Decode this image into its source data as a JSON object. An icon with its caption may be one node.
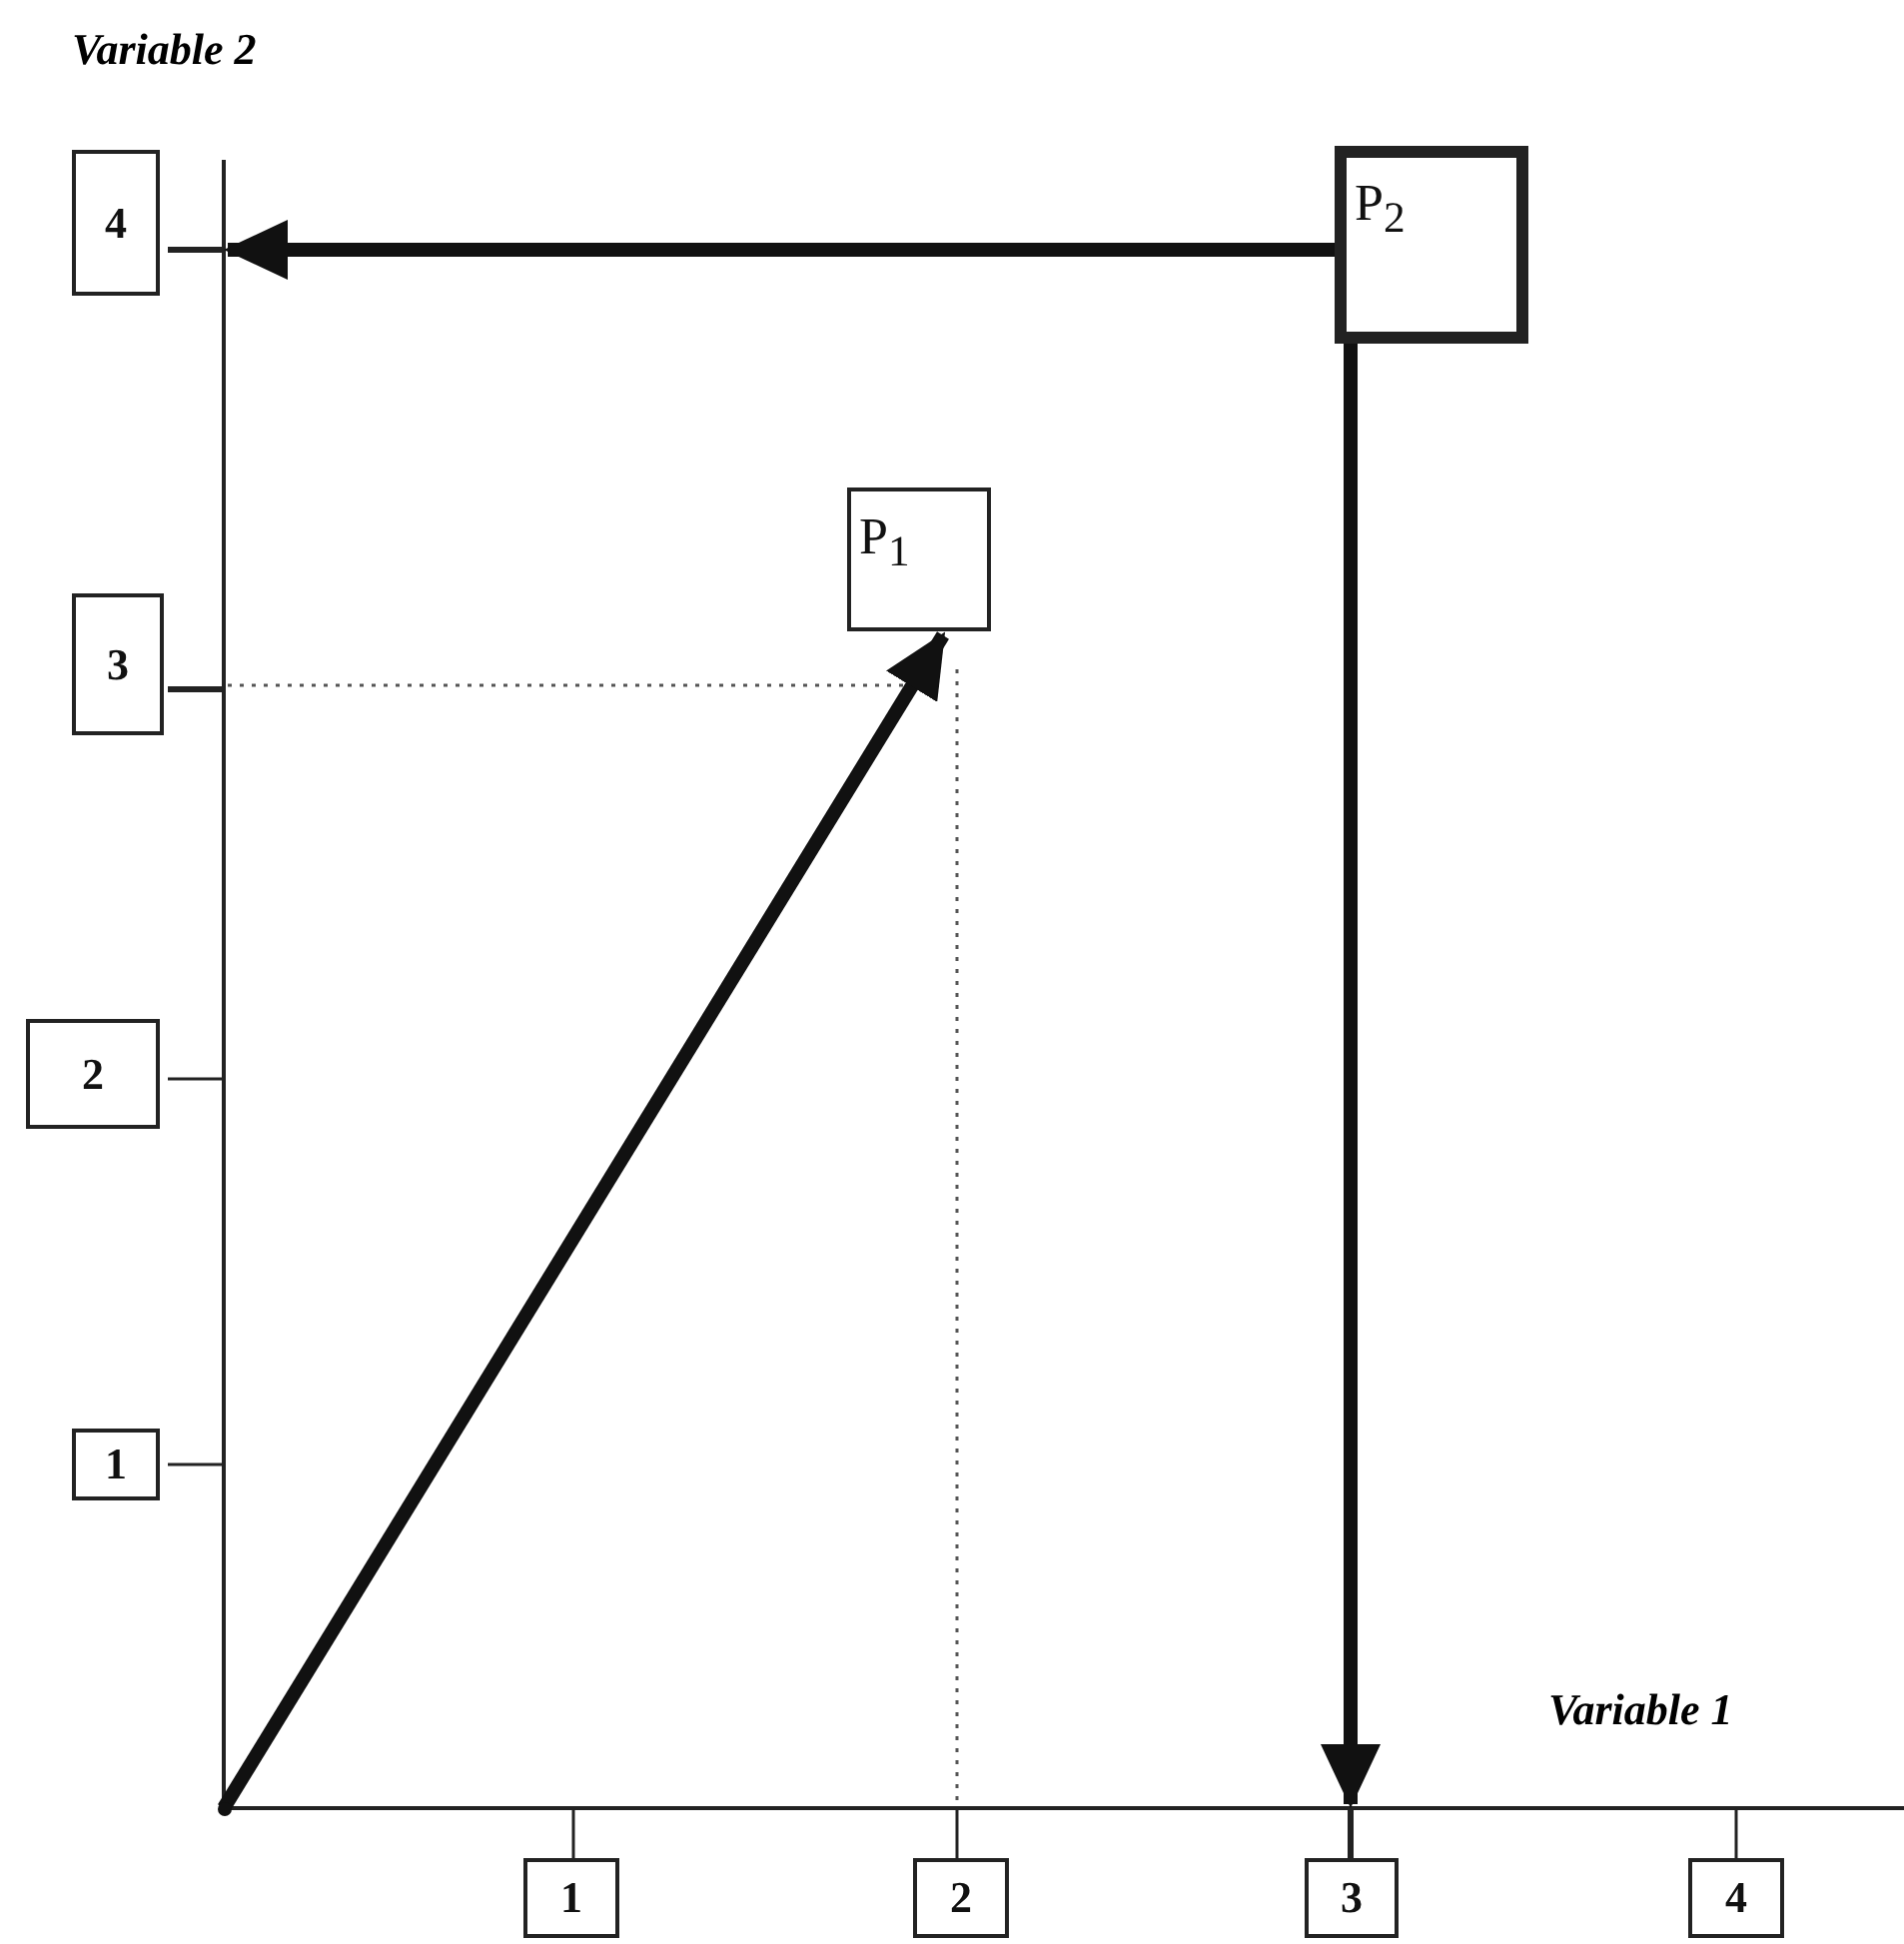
{
  "diagram": {
    "nodes": [
      {
        "text": [
          "4"
        ]
      },
      {
        "text": [
          "P$_{2}$"
        ]
      },
      {
        "text": [
          "P$_{1}$"
        ]
      },
      {
        "text": [
          "3"
        ]
      },
      {
        "text": [
          "2"
        ]
      },
      {
        "text": [
          "1"
        ]
      },
      {
        "text": [
          "1"
        ]
      },
      {
        "text": [
          "2"
        ]
      },
      {
        "text": [
          "3"
        ]
      },
      {
        "text": [
          "4"
        ]
      },
      {
        "text": [],
        "shape": "point"
      }
    ],
    "edges": [
      {
        "from": 10,
        "to": 2,
        "arrow": "to"
      },
      {
        "from": 1,
        "to": 0,
        "arrow": "to"
      },
      {
        "from": 1,
        "to": 8,
        "arrow": "to"
      }
    ],
    "labels": [
      "Variable 2",
      "Variable 1"
    ]
  }
}
